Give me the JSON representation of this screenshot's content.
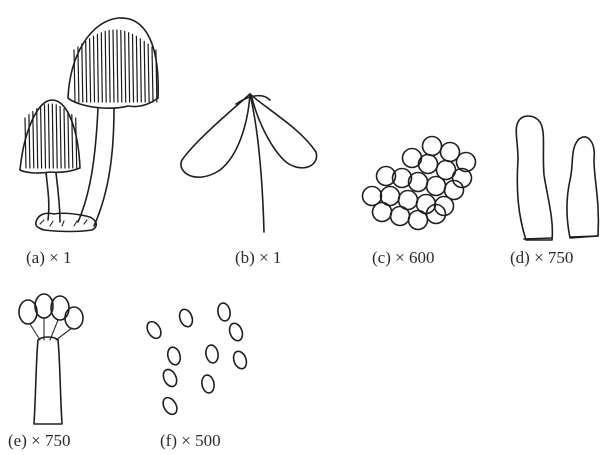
{
  "figure": {
    "panels": [
      {
        "id": "a",
        "label": "(a) × 1"
      },
      {
        "id": "b",
        "label": "(b) × 1"
      },
      {
        "id": "c",
        "label": "(c) × 600"
      },
      {
        "id": "d",
        "label": "(d) × 750"
      },
      {
        "id": "e",
        "label": "(e) × 750"
      },
      {
        "id": "f",
        "label": "(f) × 500"
      }
    ]
  }
}
